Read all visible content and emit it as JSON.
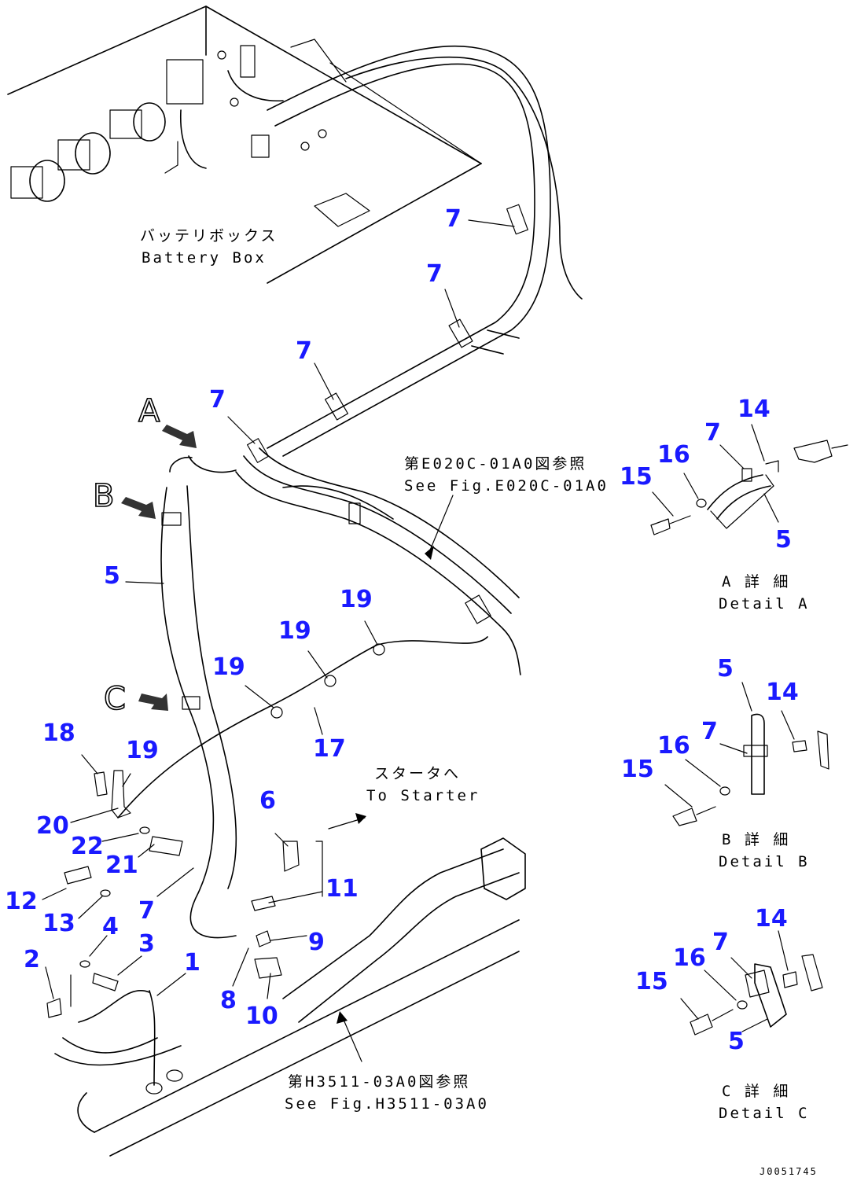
{
  "callouts": [
    {
      "id": "7a",
      "label": "7"
    },
    {
      "id": "7b",
      "label": "7"
    },
    {
      "id": "7c",
      "label": "7"
    },
    {
      "id": "7d",
      "label": "7"
    },
    {
      "id": "5a",
      "label": "5"
    },
    {
      "id": "19a",
      "label": "19"
    },
    {
      "id": "19b",
      "label": "19"
    },
    {
      "id": "19c",
      "label": "19"
    },
    {
      "id": "19d",
      "label": "19"
    },
    {
      "id": "17",
      "label": "17"
    },
    {
      "id": "18",
      "label": "18"
    },
    {
      "id": "20",
      "label": "20"
    },
    {
      "id": "22",
      "label": "22"
    },
    {
      "id": "21",
      "label": "21"
    },
    {
      "id": "6",
      "label": "6"
    },
    {
      "id": "11",
      "label": "11"
    },
    {
      "id": "12",
      "label": "12"
    },
    {
      "id": "13",
      "label": "13"
    },
    {
      "id": "7e",
      "label": "7"
    },
    {
      "id": "4",
      "label": "4"
    },
    {
      "id": "3",
      "label": "3"
    },
    {
      "id": "9",
      "label": "9"
    },
    {
      "id": "2",
      "label": "2"
    },
    {
      "id": "1",
      "label": "1"
    },
    {
      "id": "8",
      "label": "8"
    },
    {
      "id": "10",
      "label": "10"
    },
    {
      "id": "14a",
      "label": "14"
    },
    {
      "id": "7f",
      "label": "7"
    },
    {
      "id": "16a",
      "label": "16"
    },
    {
      "id": "15a",
      "label": "15"
    },
    {
      "id": "5b",
      "label": "5"
    },
    {
      "id": "5c",
      "label": "5"
    },
    {
      "id": "14b",
      "label": "14"
    },
    {
      "id": "7g",
      "label": "7"
    },
    {
      "id": "16b",
      "label": "16"
    },
    {
      "id": "15b",
      "label": "15"
    },
    {
      "id": "14c",
      "label": "14"
    },
    {
      "id": "7h",
      "label": "7"
    },
    {
      "id": "16c",
      "label": "16"
    },
    {
      "id": "15c",
      "label": "15"
    },
    {
      "id": "5d",
      "label": "5"
    }
  ],
  "view_letters": {
    "a": "A",
    "b": "B",
    "c": "C"
  },
  "notes": {
    "battery_box_jp": "バッテリボックス",
    "battery_box_en": "Battery Box",
    "see_fig_e_jp": "第E020C-01A0図参照",
    "see_fig_e_en": "See Fig.E020C-01A0",
    "starter_jp": "スタータへ",
    "starter_en": "To Starter",
    "see_fig_h_jp": "第H3511-03A0図参照",
    "see_fig_h_en": "See Fig.H3511-03A0",
    "detail_a_jp": "A 詳 細",
    "detail_a_en": "Detail A",
    "detail_b_jp": "B 詳 細",
    "detail_b_en": "Detail B",
    "detail_c_jp": "C 詳 細",
    "detail_c_en": "Detail C"
  },
  "drawing_code": "J0051745"
}
